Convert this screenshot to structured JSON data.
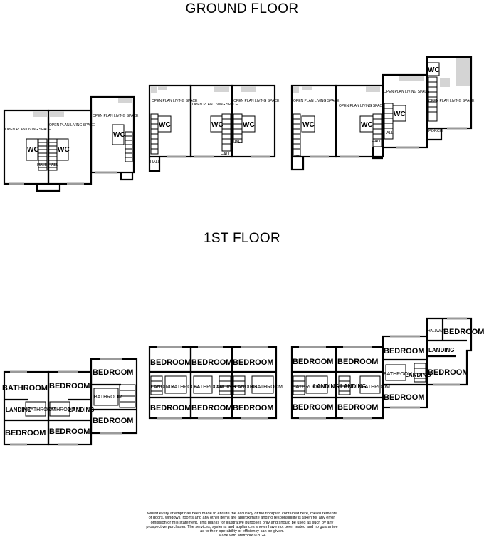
{
  "floors": {
    "ground": "GROUND FLOOR",
    "first": "1ST FLOOR"
  },
  "labels": {
    "open_plan": "OPEN PLAN LIVING SPACE",
    "wc": "WC",
    "hall": "HALL",
    "porch": "PORCH",
    "bedroom": "BEDROOM",
    "bathroom": "BATHROOM",
    "landing": "LANDING",
    "hallway": "HALLWAY"
  },
  "disclaimer": {
    "lines": [
      "Whilst every attempt has been made to ensure the accuracy of the floorplan contained here, measurements",
      "of doors, windows, rooms and any other items are approximate and no responsibility is taken for any error,",
      "omission or mis-statement. This plan is for illustrative purposes only and should be used as such by any",
      "prospective purchaser. The services, systems and appliances shown have not been tested and no guarantee",
      "as to their operability or efficiency can be given.",
      "Made with Metropix ©2024"
    ]
  }
}
